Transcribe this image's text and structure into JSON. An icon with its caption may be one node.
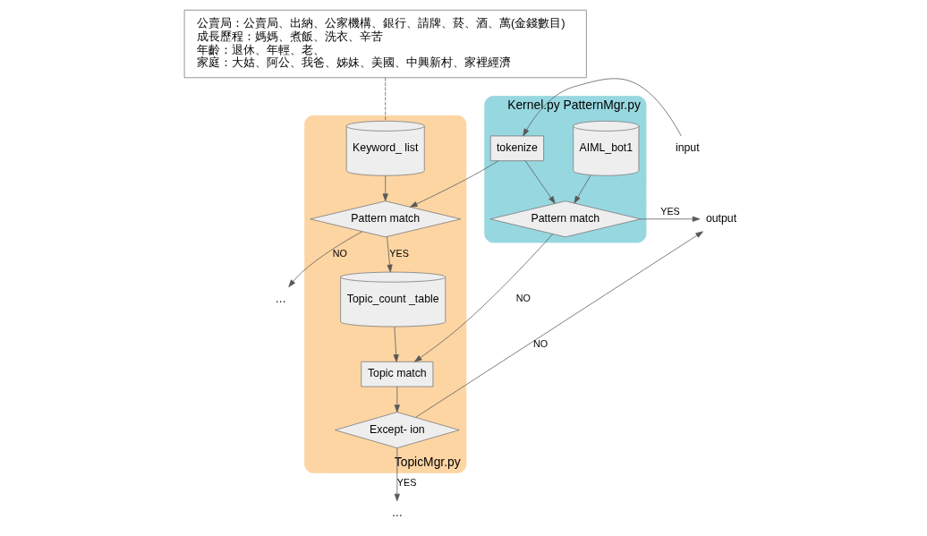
{
  "diagram": {
    "nodes": [
      {
        "text": [
          "Kernel.py PatternMgr.py"
        ]
      },
      {
        "text": [
          "tokenize"
        ],
        "in": 0
      },
      {
        "text": [
          "AIML_bot1"
        ],
        "in": 0
      },
      {
        "text": [
          "Pattern match"
        ],
        "in": 0
      },
      {
        "text": [
          "TopicMgr.py"
        ]
      },
      {
        "text": [
          "Topic match"
        ],
        "in": 4
      },
      {
        "text": [
          "Pattern match"
        ],
        "in": 4
      },
      {
        "text": [
          "Keyword_ list"
        ],
        "in": 4
      },
      {
        "text": [
          "Except- ion"
        ],
        "in": 4
      },
      {
        "text": [
          "Topic_count _table"
        ],
        "in": 4
      },
      {
        "text": [
          "input"
        ]
      },
      {
        "text": [
          "output"
        ]
      },
      {
        "text": [
          "公賣局：公賣局、出納、公家機構、銀行、請牌、菸、酒、萬(金錢數目)",
          "成長歷程：媽媽、煮飯、洗衣、辛苦",
          "年齡：退休、年輕、老、",
          "家庭：大姑、阿公、我爸、姊妹、美國、中興新村、家裡經濟"
        ]
      },
      {
        "text": [
          "…"
        ]
      },
      {
        "text": [
          "…"
        ]
      }
    ],
    "edges": [
      {
        "from": 10,
        "to": 1,
        "arrow": "to"
      },
      {
        "from": 1,
        "to": 3,
        "arrow": "to"
      },
      {
        "from": 2,
        "to": 3,
        "arrow": "to"
      },
      {
        "from": 1,
        "to": 6,
        "arrow": "to"
      },
      {
        "from": 3,
        "to": 11,
        "arrow": "to",
        "label": "YES"
      },
      {
        "from": 3,
        "to": 5,
        "arrow": "to",
        "label": "NO"
      },
      {
        "from": 5,
        "to": 8,
        "arrow": "to"
      },
      {
        "from": 8,
        "to": 11,
        "arrow": "to",
        "label": "NO"
      },
      {
        "from": 8,
        "to": 13,
        "arrow": "to",
        "label": "YES"
      },
      {
        "from": 7,
        "to": 6,
        "arrow": "to"
      },
      {
        "from": 6,
        "to": 9,
        "arrow": "to",
        "label": "YES"
      },
      {
        "from": 6,
        "to": 14,
        "arrow": "to",
        "label": "NO"
      },
      {
        "from": 9,
        "to": 5,
        "arrow": "to"
      },
      {
        "from": 12,
        "to": 7,
        "arrow": "none",
        "style": "dashed"
      }
    ]
  }
}
